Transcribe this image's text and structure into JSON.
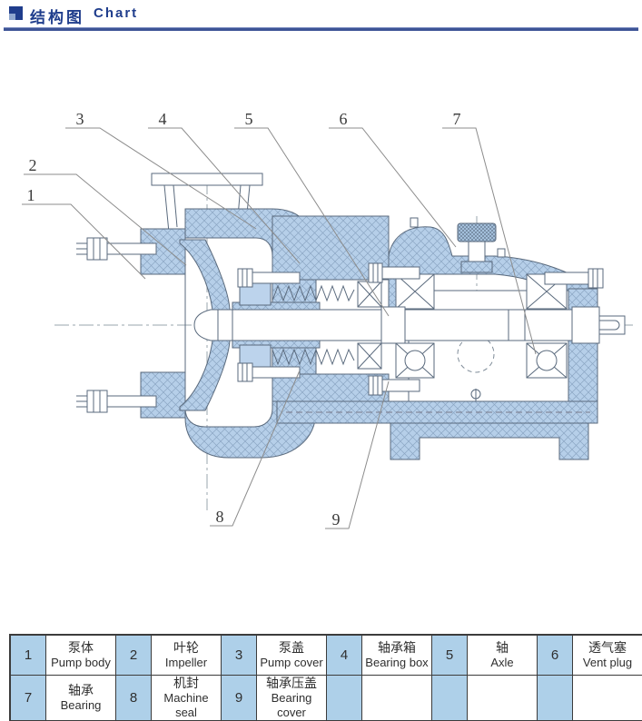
{
  "header": {
    "title_zh": "结构图",
    "title_en": "Chart"
  },
  "diagram": {
    "type": "pump-cross-section",
    "callouts": {
      "c1": "1",
      "c2": "2",
      "c3": "3",
      "c4": "4",
      "c5": "5",
      "c6": "6",
      "c7": "7",
      "c8": "8",
      "c9": "9"
    },
    "legend": [
      {
        "num": "1",
        "zh": "泵体",
        "en": "Pump body"
      },
      {
        "num": "2",
        "zh": "叶轮",
        "en": "Impeller"
      },
      {
        "num": "3",
        "zh": "泵盖",
        "en": "Pump cover"
      },
      {
        "num": "4",
        "zh": "轴承箱",
        "en": "Bearing box"
      },
      {
        "num": "5",
        "zh": "轴",
        "en": "Axle"
      },
      {
        "num": "6",
        "zh": "透气塞",
        "en": "Vent plug"
      },
      {
        "num": "7",
        "zh": "轴承",
        "en": "Bearing"
      },
      {
        "num": "8",
        "zh": "机封",
        "en": "Machine seal"
      },
      {
        "num": "9",
        "zh": "轴承压盖",
        "en": "Bearing cover"
      }
    ]
  },
  "table": {
    "row1": [
      {
        "num": "1",
        "zh": "泵体",
        "en": "Pump body"
      },
      {
        "num": "2",
        "zh": "叶轮",
        "en": "Impeller"
      },
      {
        "num": "3",
        "zh": "泵盖",
        "en": "Pump cover"
      },
      {
        "num": "4",
        "zh": "轴承箱",
        "en": "Bearing box"
      },
      {
        "num": "5",
        "zh": "轴",
        "en": "Axle"
      },
      {
        "num": "6",
        "zh": "透气塞",
        "en": "Vent plug"
      }
    ],
    "row2": [
      {
        "num": "7",
        "zh": "轴承",
        "en": "Bearing"
      },
      {
        "num": "8",
        "zh": "机封",
        "en": "Machine seal"
      },
      {
        "num": "9",
        "zh": "轴承压盖",
        "en": "Bearing cover"
      },
      {
        "num": "",
        "zh": "",
        "en": ""
      },
      {
        "num": "",
        "zh": "",
        "en": ""
      },
      {
        "num": "",
        "zh": "",
        "en": ""
      }
    ]
  }
}
